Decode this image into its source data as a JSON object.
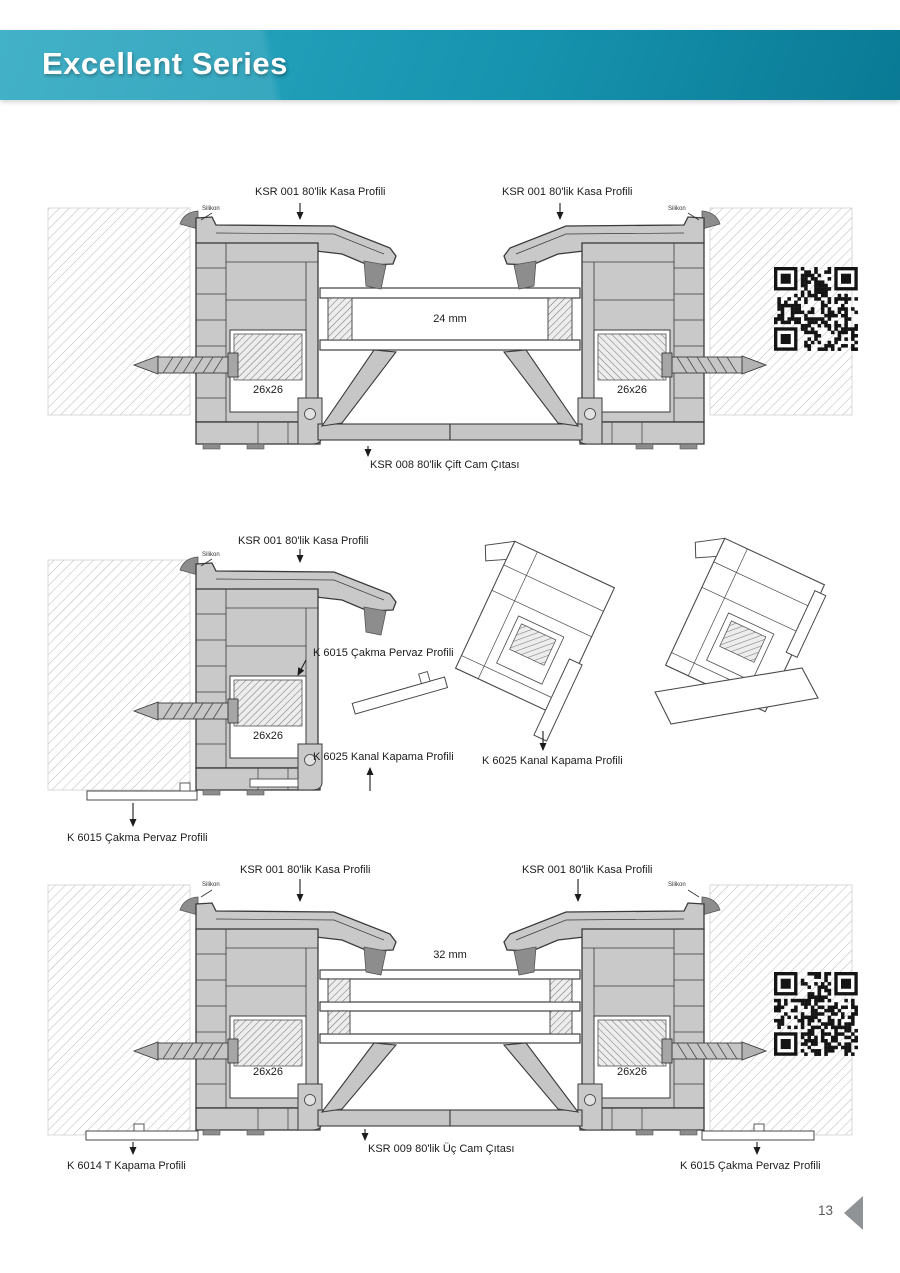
{
  "page": {
    "header_title": "Excellent Series",
    "page_number": "13",
    "accent_light": "#2da9c2",
    "accent_color": "#1795b0",
    "accent_dark": "#0a7a95"
  },
  "top_section": {
    "kasa_label_left": "KSR 001 80'lik Kasa Profili",
    "kasa_label_right": "KSR 001 80'lik Kasa Profili",
    "silikon_label_left": "Silikon",
    "silikon_label_right": "Silikon",
    "glass_dimension": "24 mm",
    "reinforcement_label_left": "26x26",
    "reinforcement_label_right": "26x26",
    "bead_label": "KSR 008 80'lik Çift Cam Çıtası"
  },
  "middle_section": {
    "kasa_label": "KSR 001 80'lik Kasa Profili",
    "silikon_label": "Silikon",
    "pervaz_label_upper": "K 6015 Çakma Pervaz Profili",
    "reinforcement_label": "26x26",
    "kanal_label_left": "K 6025 Kanal Kapama Profili",
    "kanal_label_right": "K 6025 Kanal Kapama Profili",
    "pervaz_label_lower": "K 6015 Çakma Pervaz Profili"
  },
  "bottom_section": {
    "kasa_label_left": "KSR 001 80'lik Kasa Profili",
    "kasa_label_right": "KSR 001 80'lik Kasa Profili",
    "silikon_label_left": "Silikon",
    "silikon_label_right": "Silikon",
    "glass_dimension": "32 mm",
    "reinforcement_label_left": "26x26",
    "reinforcement_label_right": "26x26",
    "bead_label": "KSR 009 80'lik Üç Cam Çıtası",
    "t_kapama_label": "K 6014 T Kapama Profili",
    "pervaz_label": "K 6015 Çakma Pervaz Profili"
  }
}
